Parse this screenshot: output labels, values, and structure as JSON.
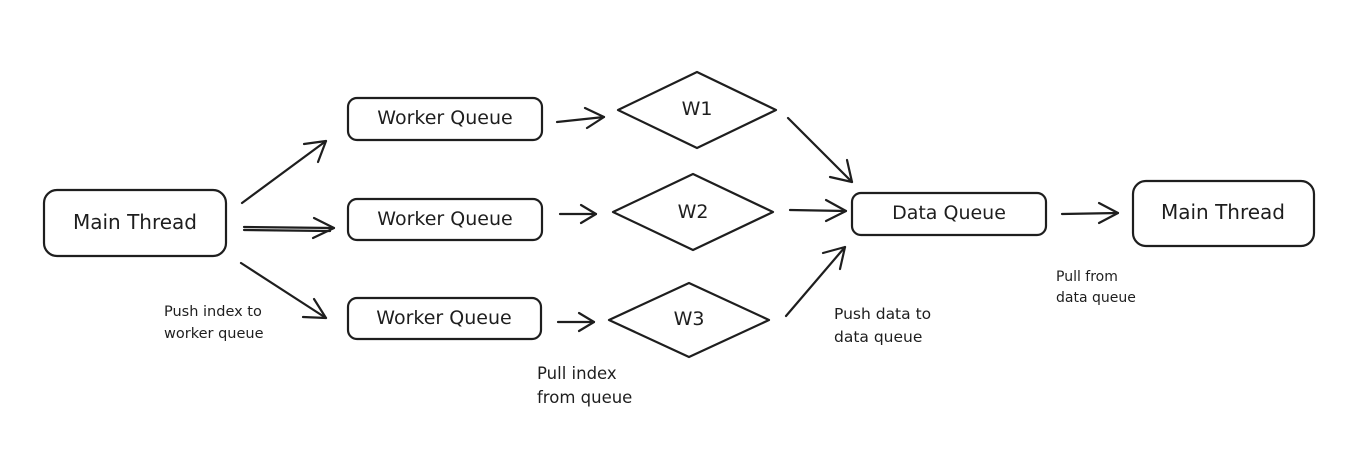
{
  "nodes": {
    "main_thread_left": "Main Thread",
    "worker_queue_1": "Worker Queue",
    "worker_queue_2": "Worker Queue",
    "worker_queue_3": "Worker Queue",
    "worker_1": "W1",
    "worker_2": "W2",
    "worker_3": "W3",
    "data_queue": "Data Queue",
    "main_thread_right": "Main Thread"
  },
  "notes": {
    "push_index": [
      "Push index to",
      "worker queue"
    ],
    "pull_index": [
      "Pull index",
      "from queue"
    ],
    "push_data": [
      "Push data to",
      "data queue"
    ],
    "pull_data": [
      "Pull from",
      "data queue"
    ]
  },
  "colors": {
    "stroke": "#1e1e1e",
    "background": "#ffffff"
  }
}
